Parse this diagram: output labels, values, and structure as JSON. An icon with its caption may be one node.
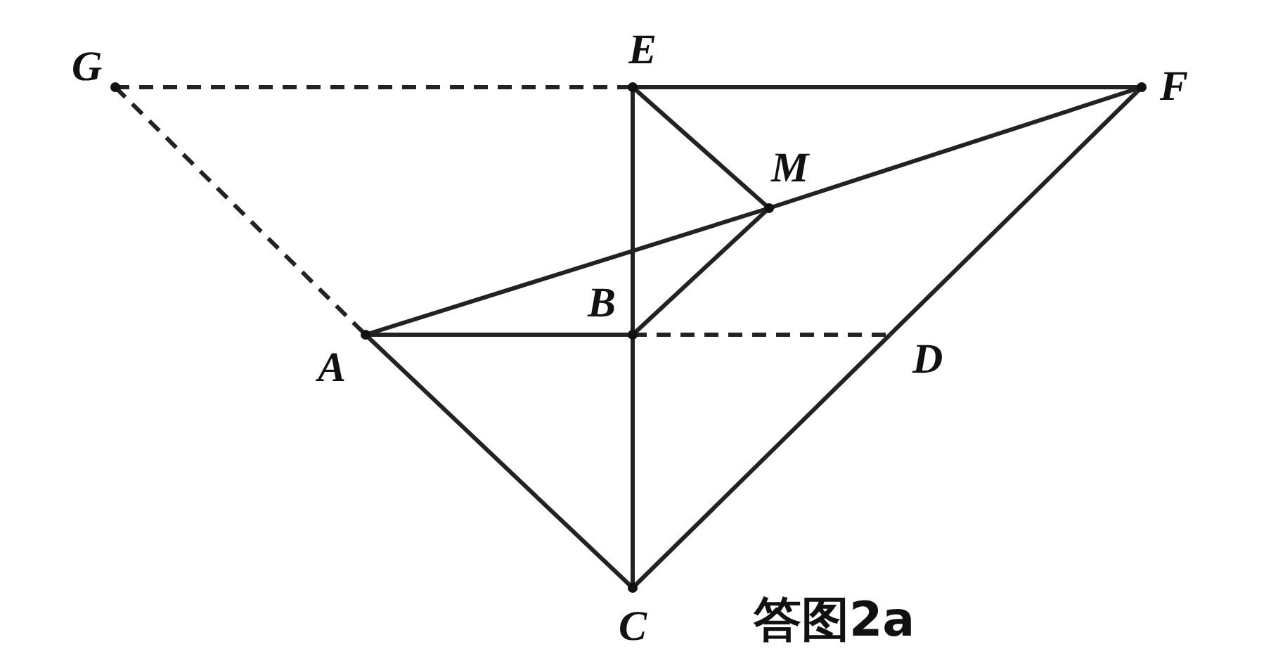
{
  "diagram": {
    "caption": "答图2a",
    "nodes": [
      {
        "text": [
          "G"
        ]
      },
      {
        "text": [
          "E"
        ]
      },
      {
        "text": [
          "F"
        ]
      },
      {
        "text": [
          "M"
        ]
      },
      {
        "text": [
          "B"
        ]
      },
      {
        "text": [
          "A"
        ]
      },
      {
        "text": [
          "D"
        ]
      },
      {
        "text": [
          "C"
        ]
      }
    ],
    "edges": [
      {
        "from": 0,
        "to": 1,
        "arrow": "none",
        "style": "dashed"
      },
      {
        "from": 1,
        "to": 2,
        "arrow": "none"
      },
      {
        "from": 0,
        "to": 5,
        "arrow": "none",
        "style": "dashed"
      },
      {
        "from": 1,
        "to": 4,
        "arrow": "none"
      },
      {
        "from": 4,
        "to": 7,
        "arrow": "none"
      },
      {
        "from": 1,
        "to": 3,
        "arrow": "none"
      },
      {
        "from": 3,
        "to": 4,
        "arrow": "none"
      },
      {
        "from": 5,
        "to": 3,
        "arrow": "none"
      },
      {
        "from": 3,
        "to": 2,
        "arrow": "none"
      },
      {
        "from": 5,
        "to": 4,
        "arrow": "none"
      },
      {
        "from": 4,
        "to": 6,
        "arrow": "none",
        "style": "dashed"
      },
      {
        "from": 2,
        "to": 6,
        "arrow": "none"
      },
      {
        "from": 6,
        "to": 7,
        "arrow": "none"
      },
      {
        "from": 5,
        "to": 7,
        "arrow": "none"
      }
    ]
  }
}
